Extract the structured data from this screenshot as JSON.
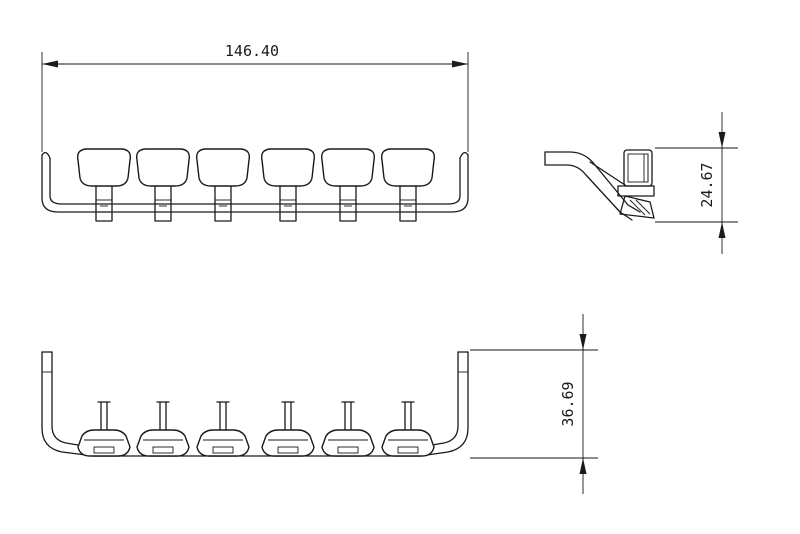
{
  "dimensions": {
    "overall_width": "146.40",
    "side_height": "24.67",
    "bottom_height": "36.69"
  },
  "views": [
    "front-view",
    "side-view",
    "bottom-view"
  ],
  "front_view": {
    "lamp_count": 6
  },
  "bottom_view": {
    "lamp_count": 6
  }
}
